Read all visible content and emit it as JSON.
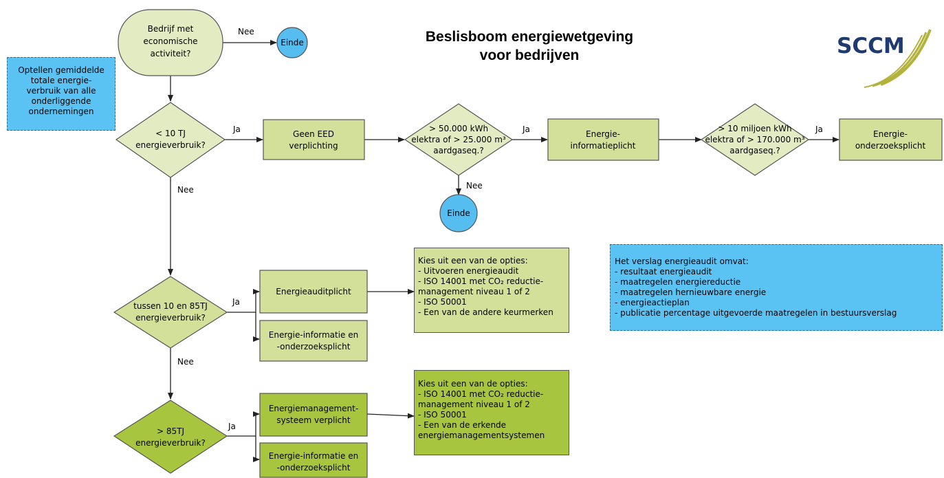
{
  "title": {
    "line1": "Beslisboom energiewetgeving",
    "line2": "voor bedrijven"
  },
  "logo": {
    "text": "SCCM"
  },
  "start": {
    "lines": [
      "Bedrijf met",
      "economische",
      "activiteit?"
    ]
  },
  "sidenote": {
    "lines": [
      "Optellen gemiddelde",
      "totale energie-",
      "verbruik van alle",
      "onderliggende",
      "ondernemingen"
    ]
  },
  "nodes": {
    "einde_1": "Einde",
    "einde_2": "Einde",
    "q_10tj": [
      "< 10 TJ",
      "energieverbruik?"
    ],
    "geen_eed": [
      "Geen EED",
      "verplichting"
    ],
    "q_50000": [
      "> 50.000 kWh",
      "elektra of > 25.000 m³",
      "aardgaseq.?"
    ],
    "informatieplicht": [
      "Energie-",
      "informatieplicht"
    ],
    "q_10miljoen": [
      "> 10 miljoen kWh",
      "elektra of > 170.000 m³",
      "aardgaseq.?"
    ],
    "onderzoeksplicht": [
      "Energie-",
      "onderzoeksplicht"
    ],
    "q_10_85": [
      "tussen 10 en 85TJ",
      "energieverbruik?"
    ],
    "auditplicht": [
      "Energieauditplicht"
    ],
    "info_onderzoek_1": [
      "Energie-informatie en",
      "-onderzoeksplicht"
    ],
    "q_85": [
      "> 85TJ",
      "energieverbruik?"
    ],
    "ems_verplicht": [
      "Energiemanagement-",
      "systeem verplicht"
    ],
    "info_onderzoek_2": [
      "Energie-informatie en",
      "-onderzoeksplicht"
    ]
  },
  "edge_labels": {
    "nee_start": "Nee",
    "ja_10tj": "Ja",
    "nee_10tj": "Nee",
    "ja_50000": "Ja",
    "nee_50000": "Nee",
    "ja_10miljoen": "Ja",
    "ja_10_85": "Ja",
    "nee_10_85": "Nee",
    "ja_85": "Ja"
  },
  "options_audit": {
    "lines": [
      "Kies uit een van de opties:",
      "- Uitvoeren energieaudit",
      "- ISO 14001 met CO₂ reductie-",
      "management niveau 1 of 2",
      "- ISO 50001",
      "- Een van de andere keurmerken"
    ]
  },
  "options_ems": {
    "lines": [
      "Kies uit een van de opties:",
      "- ISO 14001 met CO₂ reductie-",
      "management niveau 1 of 2",
      "- ISO 50001",
      "- Een van de erkende",
      "energiemanagementsystemen"
    ]
  },
  "verslag": {
    "lines": [
      "Het verslag energieaudit omvat:",
      "- resultaat energieaudit",
      "- maatregelen energiereductie",
      "- maatregelen hernieuwbare energie",
      "- energieactieplan",
      "- publicatie percentage uitgevoerde maatregelen in bestuursverslag"
    ]
  },
  "colors": {
    "light_green": "#e3ebc3",
    "mid_green": "#d2e09a",
    "dark_green": "#a8c540",
    "blue": "#5bc3f3",
    "blue_circle": "#55bdf0",
    "stroke": "#555555",
    "logo_navy": "#1f3a6e",
    "logo_gold": "#b3b33c"
  }
}
